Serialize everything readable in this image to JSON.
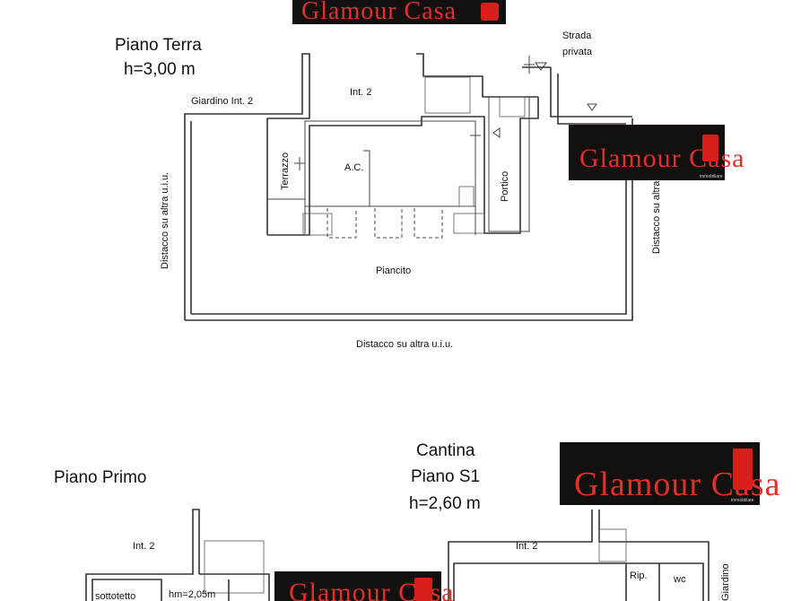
{
  "brand": {
    "name_part1": "Glamour",
    "name_part2": "Casa",
    "sub": "immobiliare",
    "colors": {
      "background": "#141010",
      "text": "#e0302a",
      "icon": "#d7201b"
    }
  },
  "ground_floor": {
    "title": "Piano Terra",
    "height": "h=3,00 m",
    "labels": {
      "garden": "Giardino Int. 2",
      "int2": "Int. 2",
      "road_1": "Strada",
      "road_2": "privata",
      "terrace": "Terrazzo",
      "living": "A.C.",
      "porch": "Portico",
      "setback_left": "Distacco su altra u.i.u.",
      "setback_right": "Distacco su altra u.i.u.",
      "yard": "Piancito",
      "setback_bottom": "Distacco su altra u.i.u."
    }
  },
  "first_floor": {
    "title": "Piano Primo",
    "labels": {
      "int2": "Int. 2",
      "attic": "sottotetto",
      "hm": "hm=2,05m"
    }
  },
  "cellar": {
    "title_1": "Cantina",
    "title_2": "Piano S1",
    "height": "h=2,60 m",
    "labels": {
      "int2": "Int. 2",
      "storage": "Rip.",
      "wc": "wc",
      "garden": "Giardino"
    }
  }
}
